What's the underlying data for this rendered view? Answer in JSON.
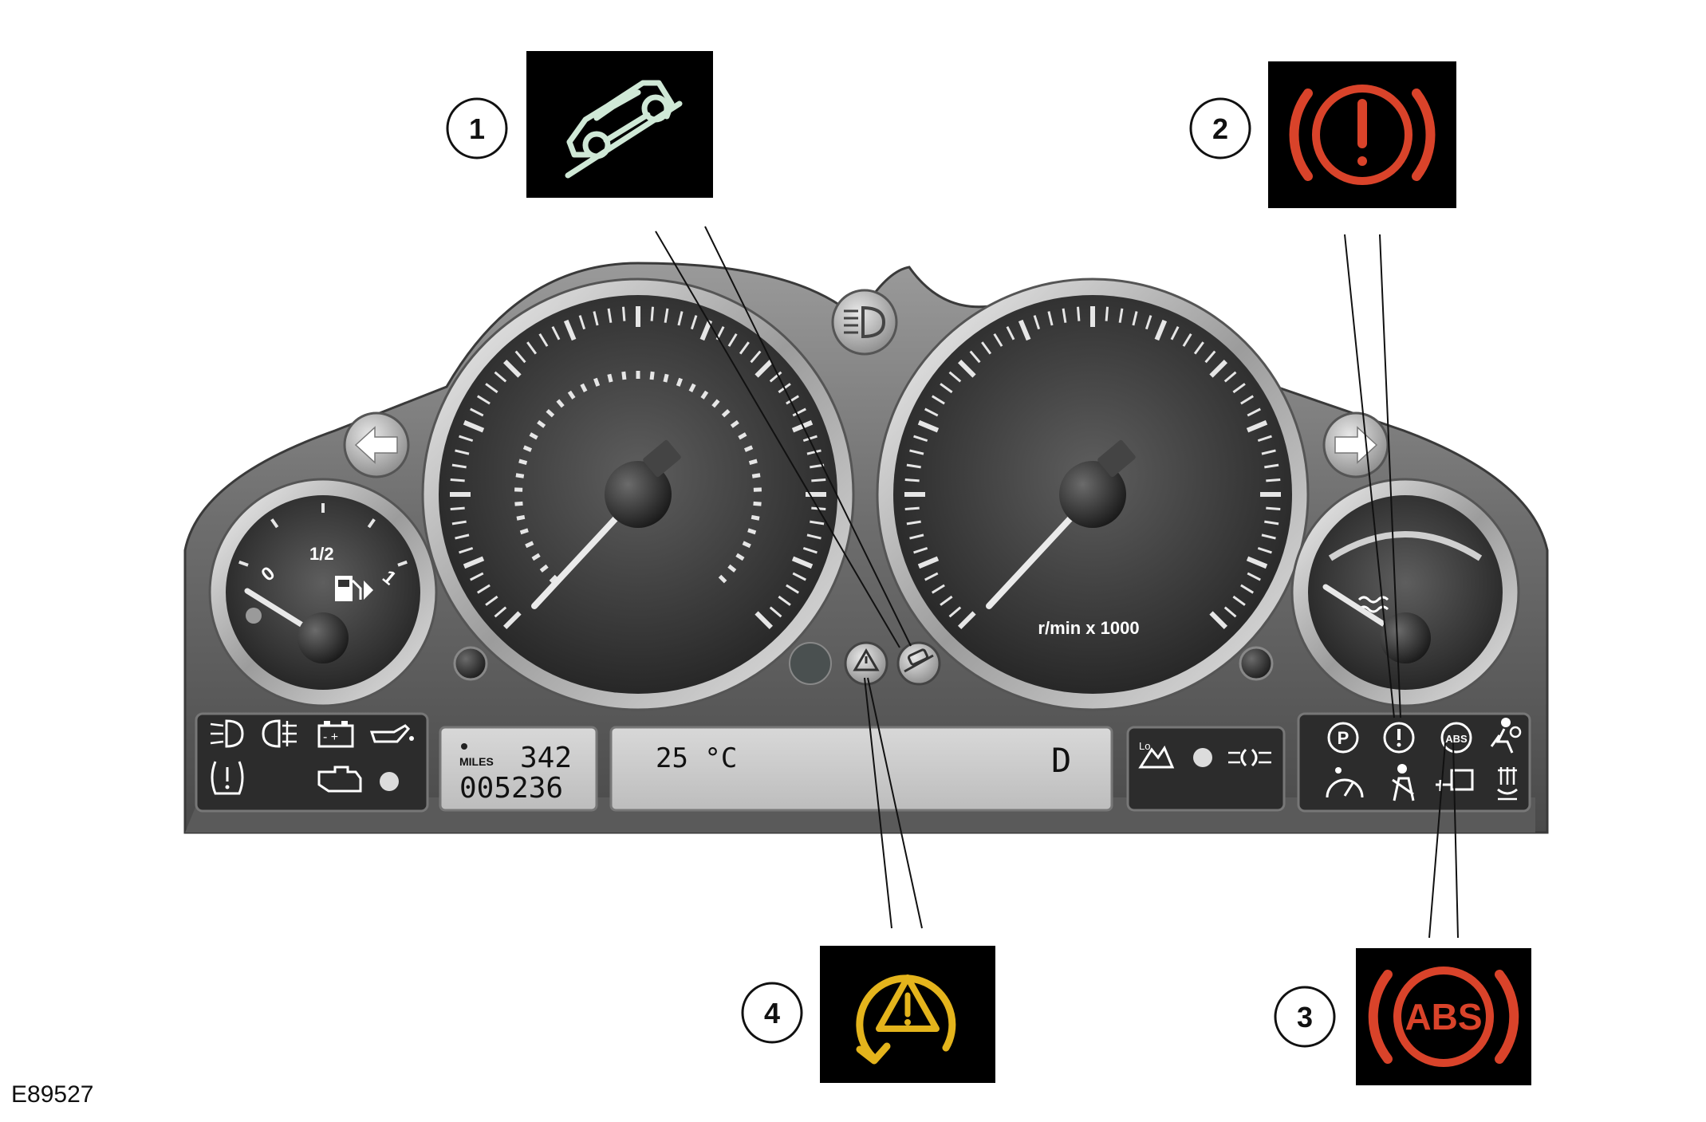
{
  "figure_id": "E89527",
  "callouts": [
    {
      "number": "1",
      "icon": "hill-descent-control-icon",
      "color": "#cfe8d6"
    },
    {
      "number": "2",
      "icon": "brake-warning-icon",
      "color": "#d9432a"
    },
    {
      "number": "3",
      "icon": "abs-warning-icon",
      "color": "#d9432a",
      "label": "ABS"
    },
    {
      "number": "4",
      "icon": "stability-control-icon",
      "color": "#e4b41c"
    }
  ],
  "fuel_gauge": {
    "label_empty": "0",
    "label_half": "1/2",
    "label_full": "1"
  },
  "tachometer": {
    "unit_label": "r/min x 1000"
  },
  "odometer": {
    "unit": "MILES",
    "trip": "342",
    "total": "005236"
  },
  "message_display": {
    "temperature": "25 °C",
    "gear": "D"
  },
  "warning_cluster_labels": {
    "low_range": "Lo",
    "abs_small": "ABS",
    "park": "P"
  }
}
